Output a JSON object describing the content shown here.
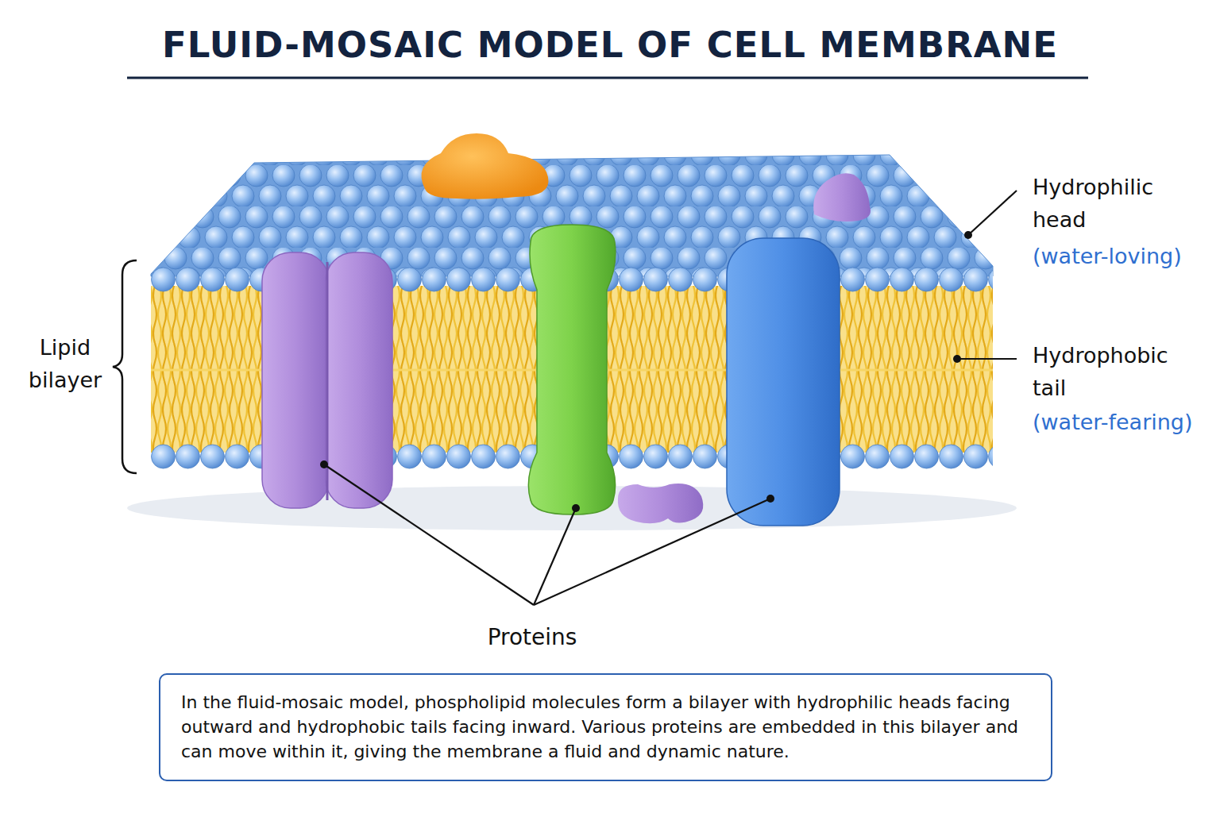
{
  "diagram": {
    "title": "FLUID-MOSAIC MODEL OF CELL MEMBRANE",
    "caption": "In the fluid-mosaic model, phospholipid molecules form a bilayer with hydrophilic heads facing outward and hydrophobic tails facing inward. Various proteins are embedded in this bilayer and can move within it, giving the membrane a fluid and dynamic nature.",
    "labels": [
      "Lipid bilayer",
      "Hydrophilic head",
      "(water-loving)",
      "Hydrophobic tail",
      "(water-fearing)",
      "Proteins"
    ]
  }
}
